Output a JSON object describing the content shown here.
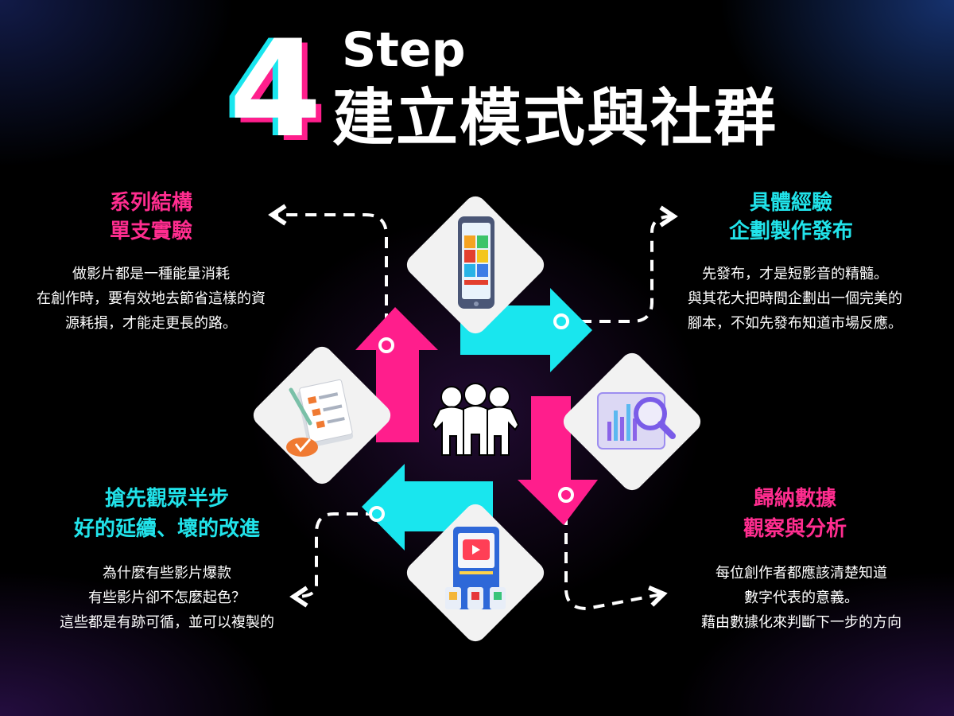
{
  "header": {
    "number": "4",
    "step_label": "Step",
    "title": "建立模式與社群"
  },
  "sections": [
    {
      "heading_line1": "系列結構",
      "heading_line2": "單支實驗",
      "color": "#ff2d8f",
      "body": [
        "做影片都是一種能量消耗",
        "在創作時，要有效地去節省這樣的資",
        "源耗損，才能走更長的路。"
      ],
      "icon": "clipboard-checklist-icon"
    },
    {
      "heading_line1": "具體經驗",
      "heading_line2": "企劃製作發布",
      "color": "#21e3ea",
      "body": [
        "先發布，才是短影音的精髓。",
        "與其花大把時間企劃出一個完美的",
        "腳本，不如先發布知道市場反應。"
      ],
      "icon": "smartphone-app-icon"
    },
    {
      "heading_line1": "搶先觀眾半步",
      "heading_line2": "好的延續、壞的改進",
      "color": "#21e3ea",
      "body": [
        "為什麼有些影片爆款",
        "有些影片卻不怎麼起色？",
        "這些都是有跡可循，並可以複製的"
      ],
      "icon": "video-player-icon"
    },
    {
      "heading_line1": "歸納數據",
      "heading_line2": "觀察與分析",
      "color": "#ff2d8f",
      "body": [
        "每位創作者都應該清楚知道",
        "數字代表的意義。",
        "藉由數據化來判斷下一步的方向"
      ],
      "icon": "data-analysis-magnifier-icon"
    }
  ],
  "center_icon": "team-huddle-icon",
  "colors": {
    "accent_pink": "#ff1e8c",
    "accent_cyan": "#19e6ee",
    "tile": "#f2f2f2",
    "background": "#000000"
  }
}
